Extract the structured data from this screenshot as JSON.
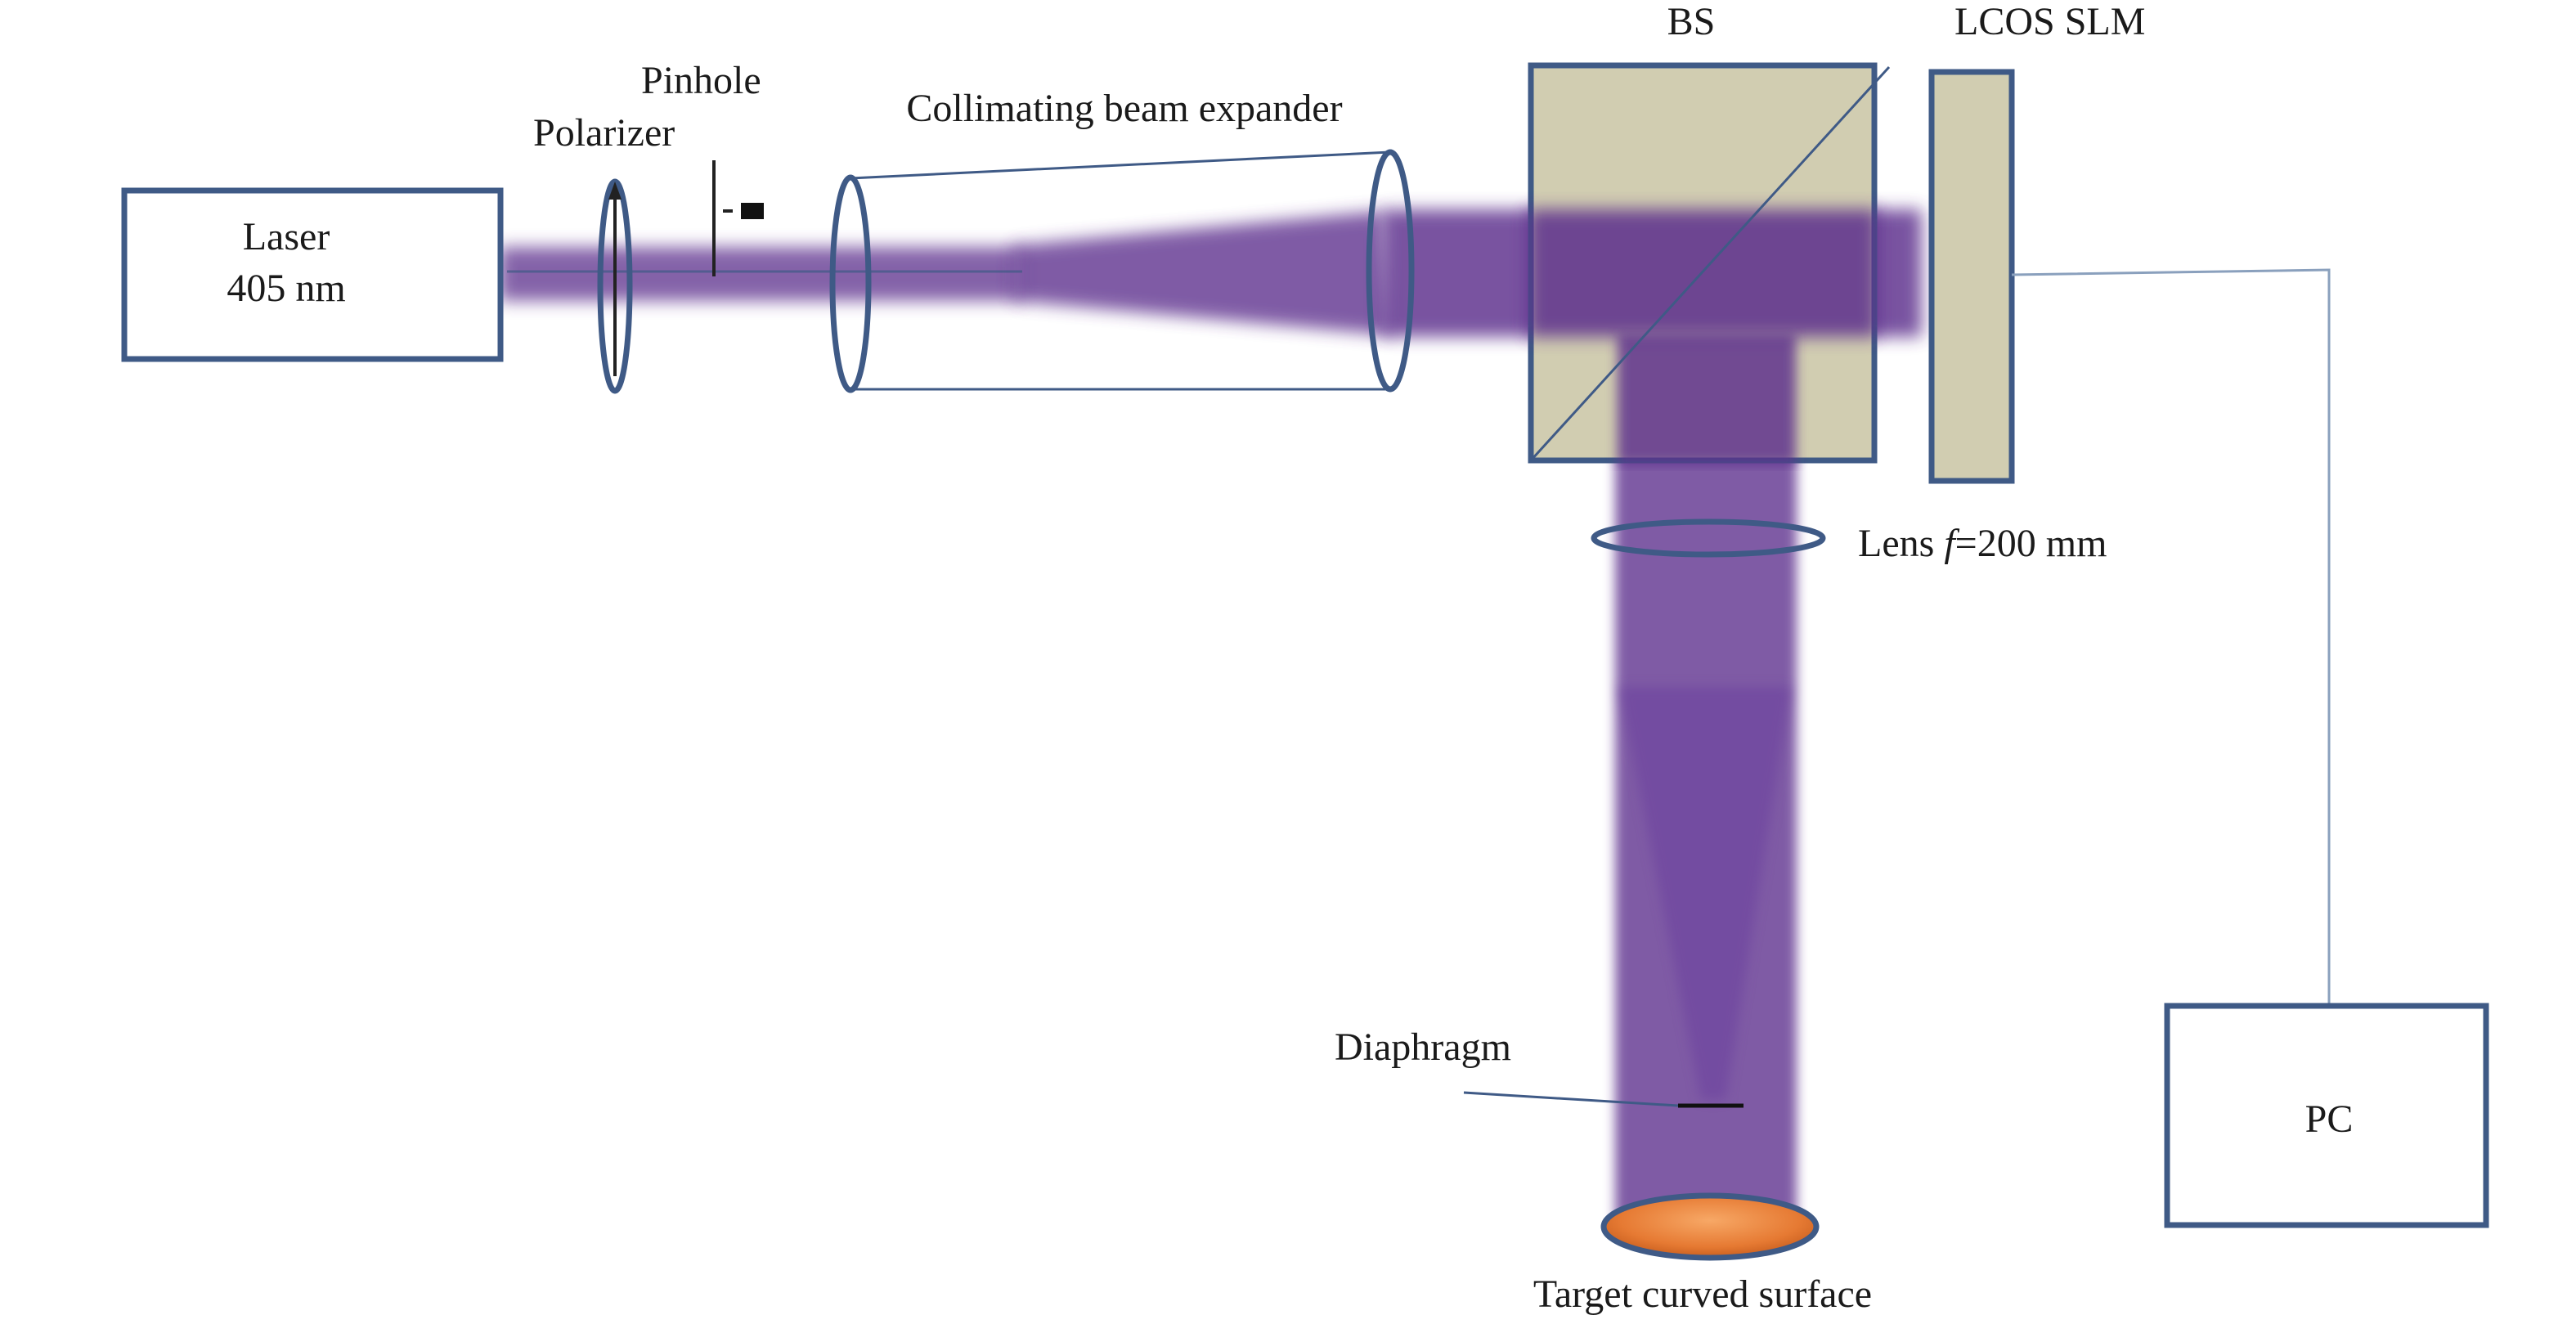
{
  "labels": {
    "laser_line1": "Laser",
    "laser_line2": "405 nm",
    "pinhole": "Pinhole",
    "polarizer": "Polarizer",
    "beam_expander": "Collimating beam expander",
    "bs": "BS",
    "lcos_slm": "LCOS SLM",
    "lens_prefix": "Lens ",
    "lens_f": "f",
    "lens_suffix": "=200 mm",
    "diaphragm": "Diaphragm",
    "pc": "PC",
    "target": "Target curved surface"
  },
  "colors": {
    "beam": "#5b2d8c",
    "optic_outline": "#3f5a86",
    "beam_splitter_fill": "#d1cdb1",
    "slm_fill": "#d1cdb1",
    "target_surface": "#e67a33",
    "wire": "#8aa0bd"
  }
}
